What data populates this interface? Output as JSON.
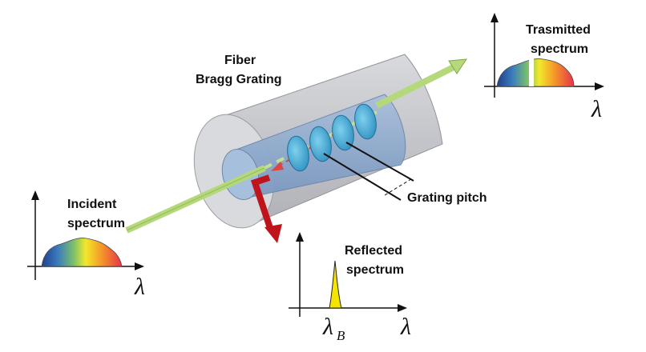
{
  "labels": {
    "fiber_line1": "Fiber",
    "fiber_line2": "Bragg Grating",
    "transmitted_line1": "Trasmitted",
    "transmitted_line2": "spectrum",
    "incident_line1": "Incident",
    "incident_line2": "spectrum",
    "reflected_line1": "Reflected",
    "reflected_line2": "spectrum",
    "grating_pitch": "Grating pitch"
  },
  "symbols": {
    "lambda": "λ",
    "lambda_b_base": "λ",
    "lambda_b_sub": "B"
  },
  "colors": {
    "beam": "#b5d97a",
    "reflected_arrow": "#c0141c",
    "fiber_cladding": "#c4c6cb",
    "fiber_core": "#9fb7d4",
    "grating_disk": "#3fa6d0",
    "reflected_peak": "#f4e400"
  }
}
